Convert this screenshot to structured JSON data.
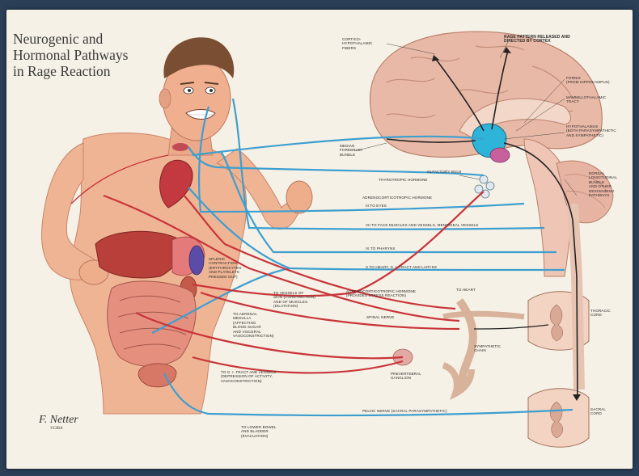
{
  "title": [
    "Neurogenic and",
    "Hormonal Pathways",
    "in Rage Reaction"
  ],
  "labels": {
    "cortico_hypothalamic": "CORTICO-\nHYPOTHALAMIC\nFIBERS",
    "rage_pattern": "RAGE PATTERN RELEASED AND\nDIRECTED BY CORTEX",
    "fornix": "FORNIX\n(FROM HIPPOCAMPUS)",
    "mammillothalamic": "MAMMILLOTHALAMIC\nTRACT",
    "hypothalamus": "HYPOTHALAMUS\n(BOTH PARASYMPATHETIC\nAND SYMPATHETIC)",
    "median_forebrain": "MEDIAN\nFOREBRAIN\nBUNDLE",
    "olfactory_bulb": "OLFACTORY BULB",
    "thyrotropic": "THYROTROPIC HORMONE",
    "adrenocorticotropic_top": "ADRENOCORTICOTROPIC HORMONE",
    "to_eyes": "III TO EYES",
    "to_face": "VII TO FACE MUSCLES AND VESSELS, MENINGEAL VESSELS",
    "to_pharynx": "IX TO PHARYNX",
    "to_heart_gi": "X TO HEART, G. I. TRACT AND LARYNX",
    "dorsal_longitudinal": "DORSAL\nLONGITUDINAL\nBUNDLE\nAND OTHER\nDESCENDING\nPATHWAYS",
    "splenic": "SPLENIC\nCONTRACTION\n(ERYTHROCYTES\nAND PLATELETS\nPRESSED OUT)",
    "vessels_skin": "TO VESSELS OF\nSKIN (CONSTRICTION)\nAND OF MUSCLES\n(DILATATION)",
    "adrenocorticotropic_bottom": "ADRENOCORTICOTROPIC HORMONE\n(PROVIDES STRESS REACTION)",
    "to_heart": "TO HEART",
    "adrenal": "TO ADRENAL\nMEDULLA\n(AFFECTING\nBLOOD SUGAR\nAND VISCERAL\nVASOCONSTRICTION)",
    "spinal_nerve": "SPINAL NERVE",
    "sympathetic_chain": "SYMPATHETIC\nCHAIN",
    "thoracic_cord": "THORACIC\nCORD",
    "gi_tract": "TO G. I. TRACT AND VESSELS\n(DEPRESSION OF ACTIVITY,\nVASOCONSTRICTION)",
    "prevertebral": "PREVERTEBRAL\nGANGLION",
    "pelvic_nerve": "PELVIC NERVE (SACRAL PARASYMPATHETIC)",
    "sacral_cord": "SACRAL\nCORD",
    "lower_bowel": "TO LOWER BOWEL\nAND BLADDER\n(EVACUATION)"
  },
  "signature": {
    "name": "F. Netter",
    "mark": "©CIBA"
  },
  "colors": {
    "sympathetic": "#c8353a",
    "parasympathetic": "#3d9fd0",
    "skin": "#f0b799",
    "hypothalamus": "#2fb4d9",
    "pituitary": "#c8609e"
  }
}
